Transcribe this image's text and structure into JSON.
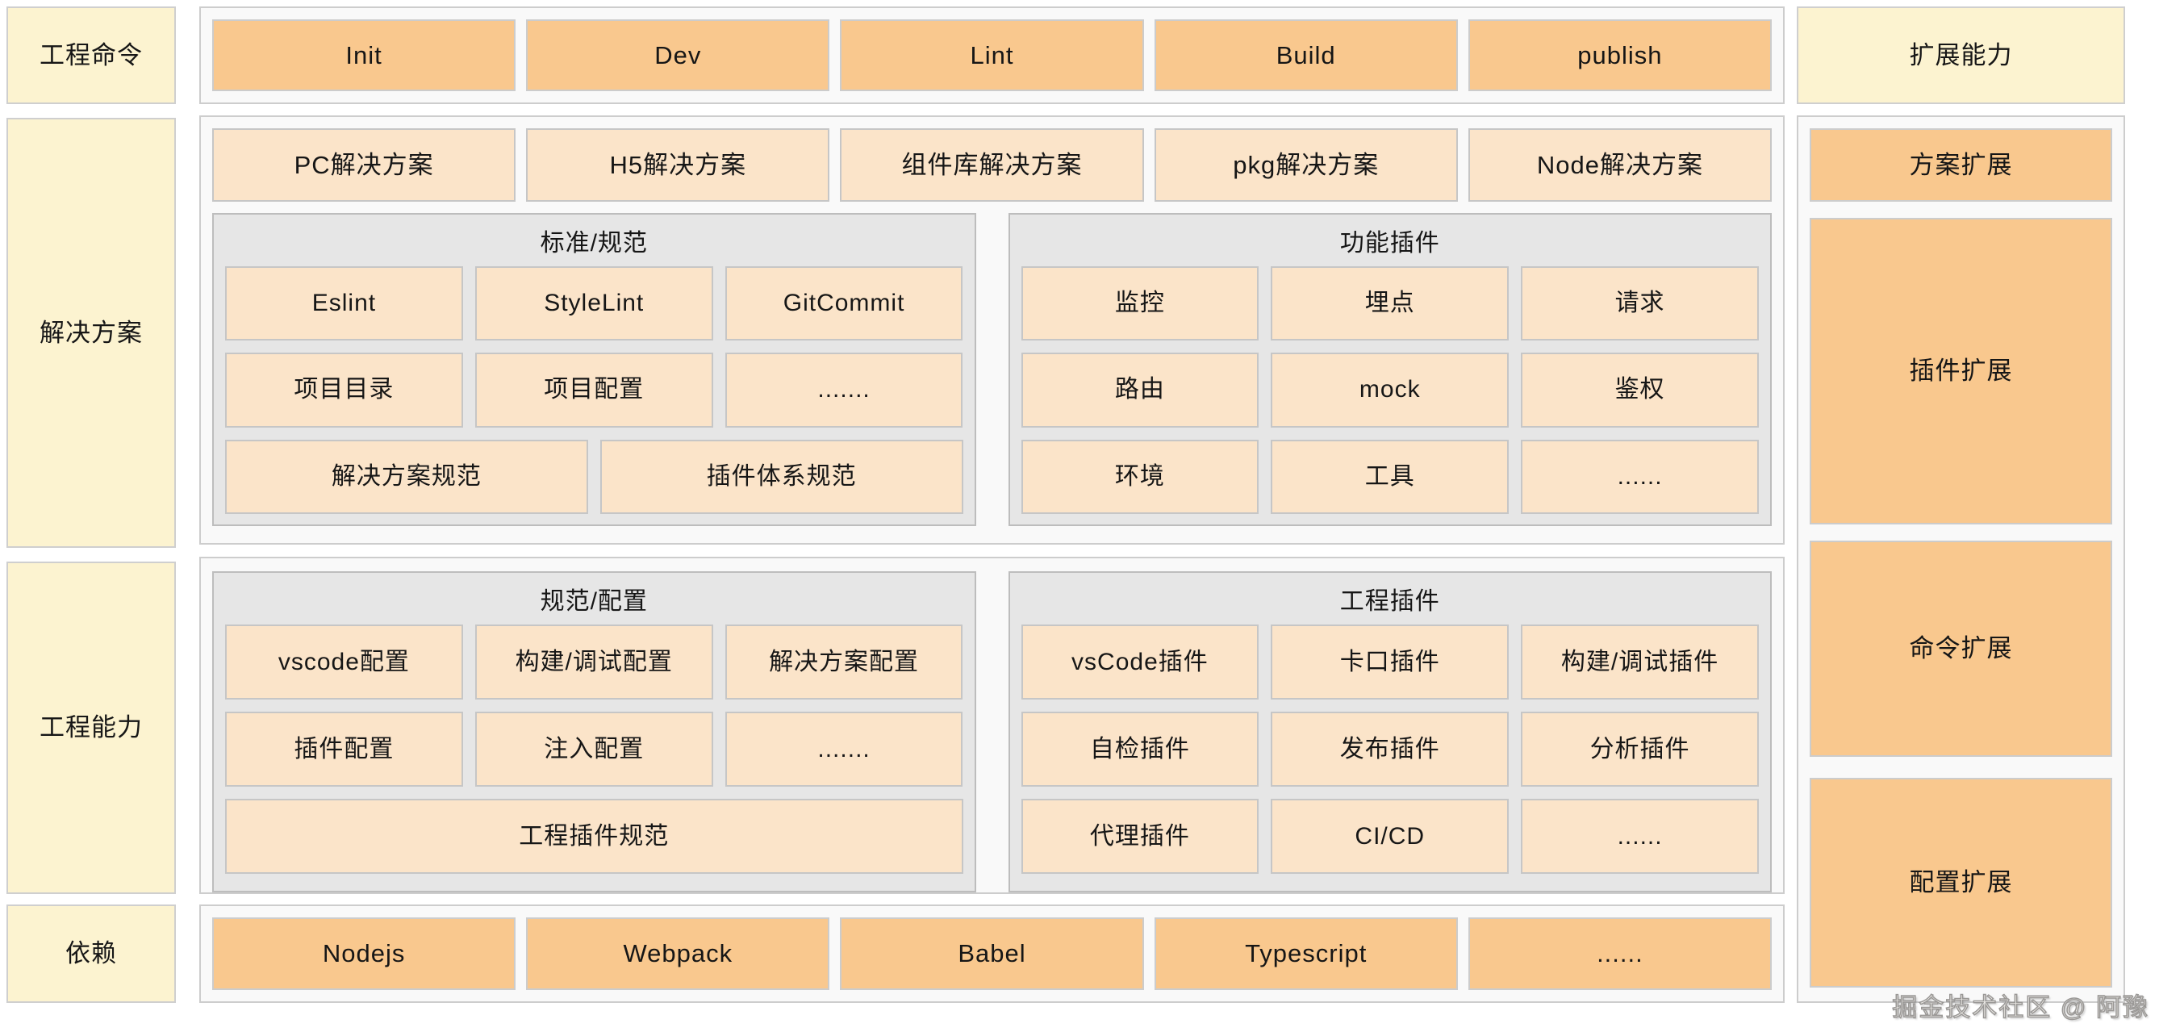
{
  "colors": {
    "label_yellow": "#FCF3D0",
    "block_orange": "#F9C88E",
    "block_peach": "#FBE4C9",
    "group_gray": "#E6E6E6",
    "container_bg": "#F9F9F9",
    "border_gray": "#C6C6C6",
    "watermark_gray": "#9A9896"
  },
  "left_column": {
    "items": [
      "工程命令",
      "解决方案",
      "工程能力",
      "依赖"
    ]
  },
  "commands": {
    "items": [
      "Init",
      "Dev",
      "Lint",
      "Build",
      "publish"
    ]
  },
  "solutions": {
    "types": [
      "PC解决方案",
      "H5解决方案",
      "组件库解决方案",
      "pkg解决方案",
      "Node解决方案"
    ],
    "standards_group": {
      "title": "标准/规范",
      "row1": [
        "Eslint",
        "StyleLint",
        "GitCommit"
      ],
      "row2": [
        "项目目录",
        "项目配置",
        "......."
      ],
      "row3": [
        "解决方案规范",
        "插件体系规范"
      ]
    },
    "feature_plugins_group": {
      "title": "功能插件",
      "row1": [
        "监控",
        "埋点",
        "请求"
      ],
      "row2": [
        "路由",
        "mock",
        "鉴权"
      ],
      "row3": [
        "环境",
        "工具",
        "......"
      ]
    }
  },
  "capabilities": {
    "spec_config_group": {
      "title": "规范/配置",
      "row1": [
        "vscode配置",
        "构建/调试配置",
        "解决方案配置"
      ],
      "row2": [
        "插件配置",
        "注入配置",
        "......."
      ],
      "row3": [
        "工程插件规范"
      ]
    },
    "engineering_plugins_group": {
      "title": "工程插件",
      "row1": [
        "vsCode插件",
        "卡口插件",
        "构建/调试插件"
      ],
      "row2": [
        "自检插件",
        "发布插件",
        "分析插件"
      ],
      "row3": [
        "代理插件",
        "CI/CD",
        "......"
      ]
    }
  },
  "dependencies": {
    "items": [
      "Nodejs",
      "Webpack",
      "Babel",
      "Typescript",
      "......"
    ]
  },
  "extensions": {
    "header": "扩展能力",
    "items": [
      "方案扩展",
      "插件扩展",
      "命令扩展",
      "配置扩展"
    ]
  },
  "watermark": "掘金技术社区 @ 阿豫"
}
